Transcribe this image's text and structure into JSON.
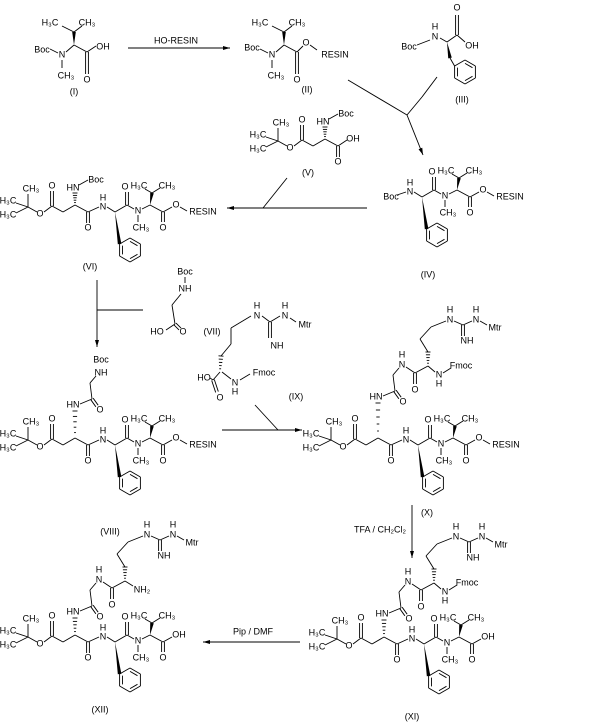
{
  "atoms": {
    "h3c": "H₃C",
    "ch3": "CH₃",
    "boc": "Boc",
    "o": "O",
    "n": "N",
    "h": "H",
    "hn": "HN",
    "nh": "NH",
    "oh": "OH",
    "ho": "HO",
    "resin": "RESIN",
    "fmoc": "Fmoc",
    "mtr": "Mtr",
    "nh2": "NH₂"
  },
  "compounds": {
    "c1": "(I)",
    "c2": "(II)",
    "c3": "(III)",
    "c4": "(IV)",
    "c5": "(V)",
    "c6": "(VI)",
    "c7": "(VII)",
    "c8": "(VIII)",
    "c9": "(IX)",
    "c10": "(X)",
    "c11": "(XI)",
    "c12": "(XII)"
  },
  "reagents": {
    "step1": "HO-RESIN",
    "step5": "TFA / CH₂Cl₂",
    "step6": "Pip / DMF"
  }
}
